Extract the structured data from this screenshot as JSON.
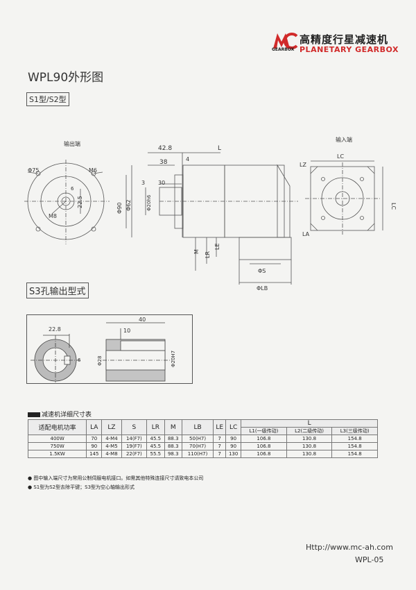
{
  "brand": {
    "logo_letters": "MC",
    "logo_sub": "GEARBOX",
    "name_cn": "高精度行星减速机",
    "name_en": "PLANETARY GEARBOX"
  },
  "page_title": "WPL90外形图",
  "type_tag": "S1型/S2型",
  "views": {
    "output_end": "输出端",
    "input_end": "输入端"
  },
  "dims_output": {
    "d75": "Φ75",
    "m6": "M6",
    "m8": "M8",
    "six": "6",
    "d22_5": "22.5"
  },
  "dims_side": {
    "d42_8": "42.8",
    "L": "L",
    "d38": "38",
    "d4": "4",
    "d3": "3",
    "d30": "30",
    "d90": "Φ90",
    "d62": "Φ62",
    "d20h6": "Φ20h6",
    "M": "M",
    "LR": "LR",
    "LE": "LE",
    "S": "ΦS",
    "LB": "ΦLB"
  },
  "dims_input": {
    "LC_top": "LC",
    "LZ": "LZ",
    "LC_side": "LC",
    "LA": "LA"
  },
  "s3_title": "S3孔输出型式",
  "dims_s3": {
    "d22_8": "22.8",
    "six": "6",
    "d40": "40",
    "d10": "10",
    "d28": "Φ28",
    "d20h7": "Φ20H7"
  },
  "table": {
    "title": "减速机详细尺寸表",
    "headers": [
      "适配电机功率",
      "LA",
      "LZ",
      "S",
      "LR",
      "M",
      "LB",
      "LE",
      "LC",
      "L"
    ],
    "l_subheaders": [
      "L1(一级传动)",
      "L2(二级传动)",
      "L3(三级传动)"
    ],
    "rows": [
      [
        "400W",
        "70",
        "4-M4",
        "14(F7)",
        "45.5",
        "88.3",
        "50(H7)",
        "7",
        "90",
        "106.8",
        "130.8",
        "154.8"
      ],
      [
        "750W",
        "90",
        "4-M5",
        "19(F7)",
        "45.5",
        "88.3",
        "70(H7)",
        "7",
        "90",
        "106.8",
        "130.8",
        "154.8"
      ],
      [
        "1.5KW",
        "145",
        "4-M8",
        "22(F7)",
        "55.5",
        "98.3",
        "110(H7)",
        "7",
        "130",
        "106.8",
        "130.8",
        "154.8"
      ]
    ]
  },
  "notes": [
    "● 图中输入端尺寸为常用公制伺服电机接口。如需其他特殊连接尺寸请致电本公司",
    "● S1型为S2型去除平键；S3型为空心轴输出形式"
  ],
  "footer": {
    "url": "Http://www.mc-ah.com",
    "page": "WPL-05"
  },
  "colors": {
    "brand_red": "#d12a2a",
    "line": "#555555"
  }
}
